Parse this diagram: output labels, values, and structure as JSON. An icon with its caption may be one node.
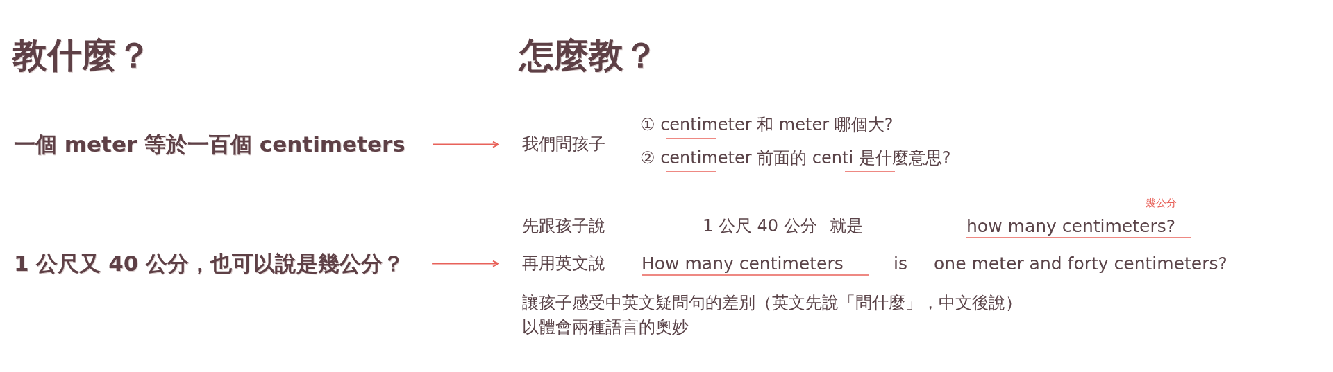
{
  "diagram": {
    "nodes": [
      {
        "text": [
          "一個 meter 等於一百個 centimeters"
        ]
      },
      {
        "text": [
          "我們問孩子",
          "① centimeter 和 meter 哪個大?",
          "② centimeter 前面的 centi 是什麼意思?"
        ]
      },
      {
        "text": [
          "1 公尺又 40 公分，也可以說是幾公分？"
        ]
      },
      {
        "text": [
          "先跟孩子說",
          "1 公尺 40 公分",
          "就是",
          "幾公分",
          "how many centimeters?",
          "再用英文說",
          "How many centimeters",
          "is",
          "one meter and forty centimeters?",
          "讓孩子感受中英文疑問句的差別（英文先說「問什麼」，中文後說）以體會兩種語言的奧妙"
        ]
      }
    ],
    "edges": [
      {
        "from": 0,
        "to": 1,
        "arrow": "to"
      },
      {
        "from": 2,
        "to": 3,
        "arrow": "to"
      }
    ],
    "labels": [
      "教什麼？",
      "怎麼教？"
    ]
  }
}
